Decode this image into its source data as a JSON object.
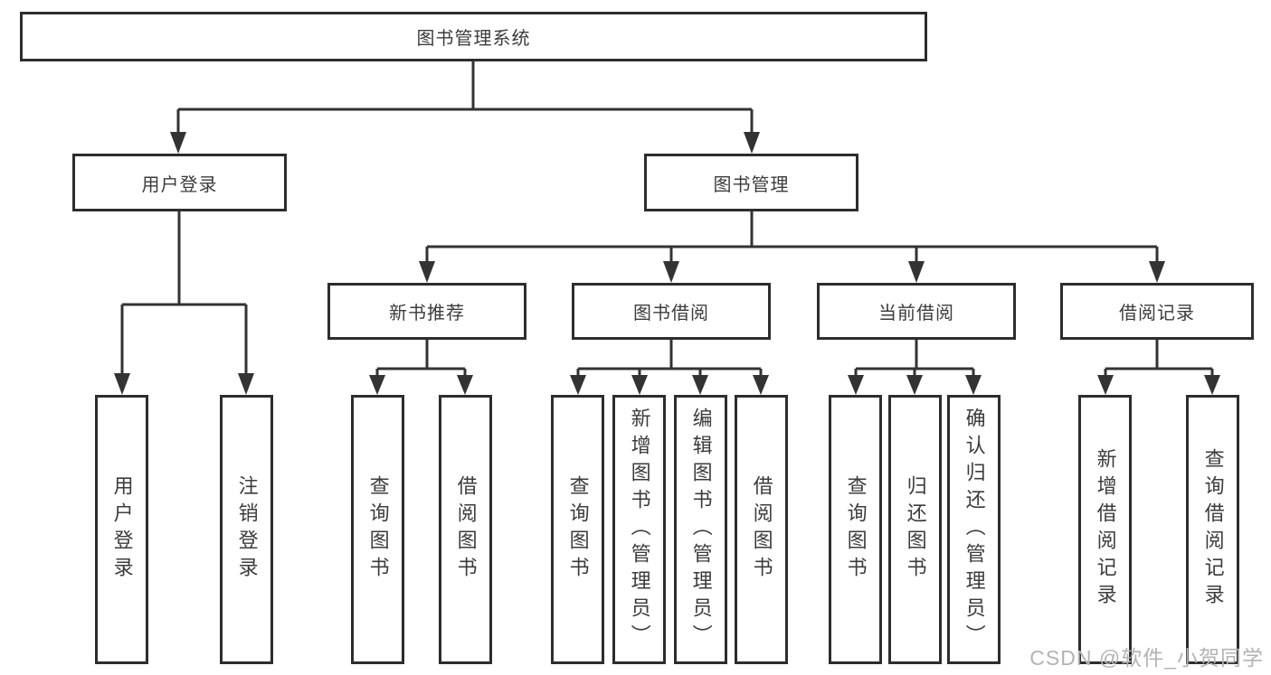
{
  "diagram": {
    "root": {
      "label": "图书管理系统"
    },
    "user_branch": {
      "label": "用户登录",
      "children": [
        {
          "label": "用户登录"
        },
        {
          "label": "注销登录"
        }
      ]
    },
    "book_branch": {
      "label": "图书管理",
      "groups": [
        {
          "label": "新书推荐",
          "children": [
            {
              "label": "查询图书"
            },
            {
              "label": "借阅图书"
            }
          ]
        },
        {
          "label": "图书借阅",
          "children": [
            {
              "label": "查询图书"
            },
            {
              "label": "新增图书（管理员）"
            },
            {
              "label": "编辑图书（管理员）"
            },
            {
              "label": "借阅图书"
            }
          ]
        },
        {
          "label": "当前借阅",
          "children": [
            {
              "label": "查询图书"
            },
            {
              "label": "归还图书"
            },
            {
              "label": "确认归还（管理员）"
            }
          ]
        },
        {
          "label": "借阅记录",
          "children": [
            {
              "label": "新增借阅记录"
            },
            {
              "label": "查询借阅记录"
            }
          ]
        }
      ]
    }
  },
  "watermark": "CSDN @软件_小贺同学",
  "colors": {
    "border": "#2d2d2d",
    "text": "#3c3c3c",
    "line": "#333333",
    "watermark": "#b3b3b3",
    "background": "#ffffff"
  }
}
